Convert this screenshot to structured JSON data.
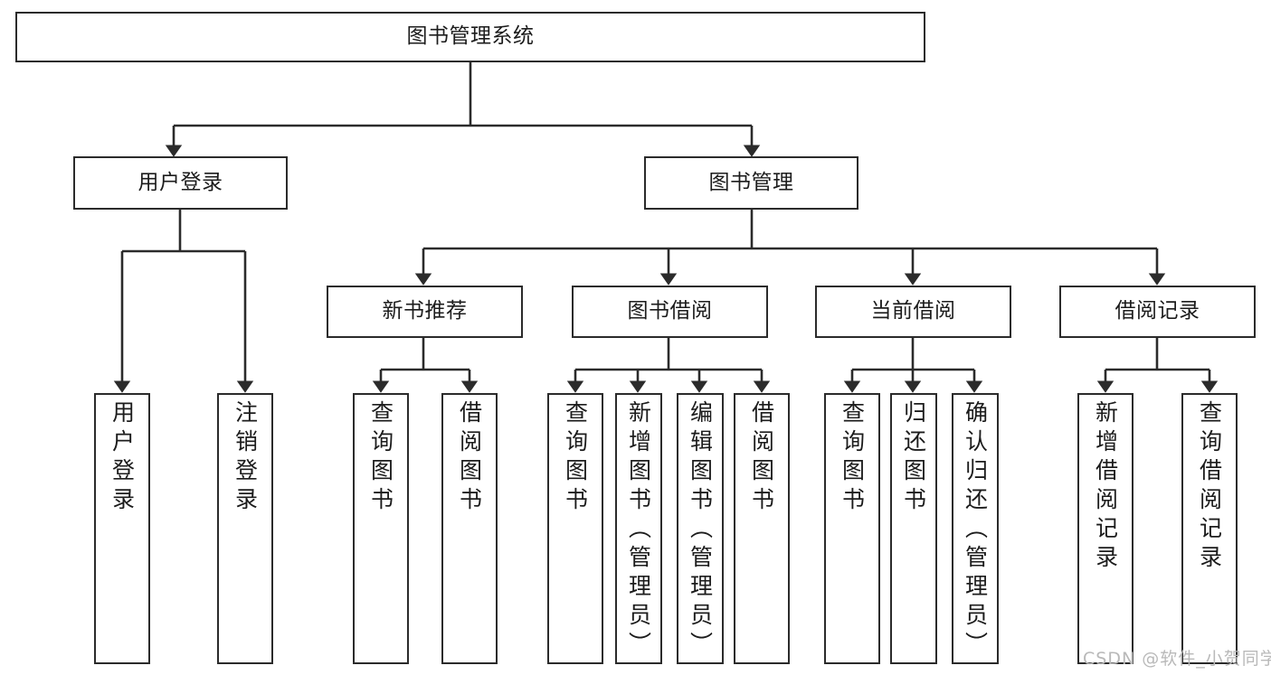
{
  "diagram": {
    "title": "图书管理系统",
    "type": "tree-hierarchy-chart",
    "colors": {
      "border": "#2b2b2b",
      "background": "#ffffff",
      "text": "#1c1c1c",
      "watermark": "#b9b9b9"
    },
    "root": {
      "label": "图书管理系统"
    },
    "level2": [
      {
        "label": "用户登录"
      },
      {
        "label": "图书管理"
      }
    ],
    "level3": [
      {
        "label": "新书推荐"
      },
      {
        "label": "图书借阅"
      },
      {
        "label": "当前借阅"
      },
      {
        "label": "借阅记录"
      }
    ],
    "leaves": {
      "user_login": [
        {
          "label": "用户登录"
        },
        {
          "label": "注销登录"
        }
      ],
      "new_book_recommend": [
        {
          "label": "查询图书"
        },
        {
          "label": "借阅图书"
        }
      ],
      "book_borrow": [
        {
          "label": "查询图书"
        },
        {
          "label": "新增图书（管理员）"
        },
        {
          "label": "编辑图书（管理员）"
        },
        {
          "label": "借阅图书"
        }
      ],
      "current_borrow": [
        {
          "label": "查询图书"
        },
        {
          "label": "归还图书"
        },
        {
          "label": "确认归还（管理员）"
        }
      ],
      "borrow_record": [
        {
          "label": "新增借阅记录"
        },
        {
          "label": "查询借阅记录"
        }
      ]
    },
    "watermark": "CSDN @软件_小贺同学"
  }
}
